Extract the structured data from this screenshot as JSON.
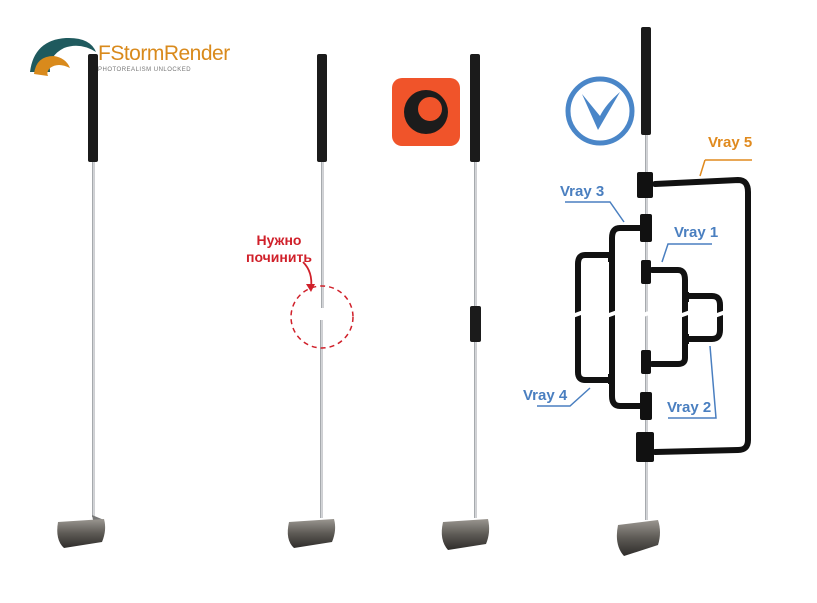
{
  "logos": {
    "fstorm": {
      "name": "FStormRender",
      "tagline": "PHOTOREALISM UNLOCKED",
      "color": "#d98a1c",
      "wave_color": "#1f5a5e"
    },
    "corona": {
      "name": "Corona",
      "color": "#f0542a"
    },
    "vray": {
      "name": "V-Ray",
      "color": "#4a86c8"
    }
  },
  "annotations": {
    "fix_note": {
      "line1": "Нужно",
      "line2": "починить",
      "color": "#d0202a"
    },
    "vray_labels": [
      {
        "label": "Vray 1"
      },
      {
        "label": "Vray 2"
      },
      {
        "label": "Vray 3"
      },
      {
        "label": "Vray 4"
      },
      {
        "label": "Vray 5"
      }
    ]
  },
  "colors": {
    "label_blue": "#4a7fc0",
    "label_orange": "#e08a1e",
    "handle": "#111111",
    "shaft": "#b8bcc0"
  }
}
